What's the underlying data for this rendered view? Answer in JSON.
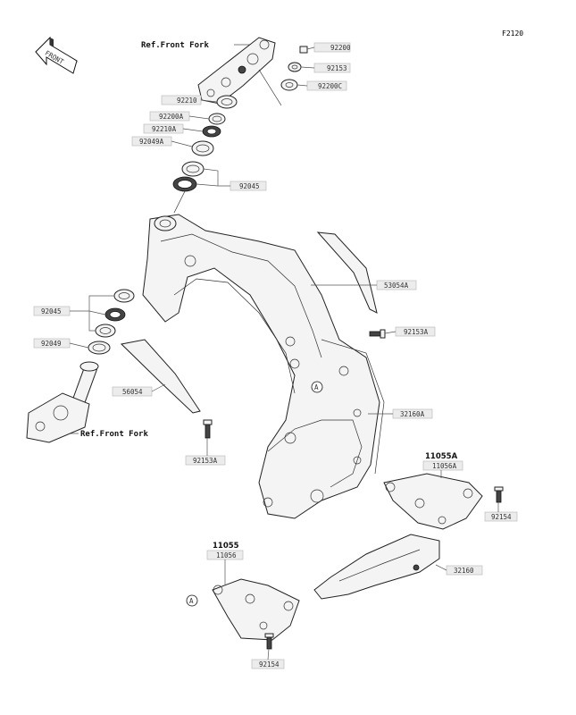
{
  "diagram": {
    "code": "F2120",
    "front_label": "FRONT",
    "references": [
      {
        "id": "ref-front-fork-top",
        "text": "Ref.Front Fork"
      },
      {
        "id": "ref-front-fork-bottom",
        "text": "Ref.Front Fork"
      }
    ],
    "callout": "A",
    "parts": [
      {
        "id": "part-92200",
        "label": "92200"
      },
      {
        "id": "part-92153",
        "label": "92153"
      },
      {
        "id": "part-92200c",
        "label": "92200C"
      },
      {
        "id": "part-92210",
        "label": "92210"
      },
      {
        "id": "part-92200a",
        "label": "92200A"
      },
      {
        "id": "part-92210a",
        "label": "92210A"
      },
      {
        "id": "part-92049a",
        "label": "92049A"
      },
      {
        "id": "part-92045-top",
        "label": "92045"
      },
      {
        "id": "part-53054a",
        "label": "53054A"
      },
      {
        "id": "part-92045-left",
        "label": "92045"
      },
      {
        "id": "part-92049",
        "label": "92049"
      },
      {
        "id": "part-92153a-right",
        "label": "92153A"
      },
      {
        "id": "part-56054",
        "label": "56054"
      },
      {
        "id": "part-32160a",
        "label": "32160A"
      },
      {
        "id": "part-92153a-bottom",
        "label": "92153A"
      },
      {
        "id": "part-11056a",
        "label": "11056A"
      },
      {
        "id": "part-92154-right",
        "label": "92154"
      },
      {
        "id": "part-11056",
        "label": "11056"
      },
      {
        "id": "part-32160",
        "label": "32160"
      },
      {
        "id": "part-92154-bottom",
        "label": "92154"
      }
    ],
    "assemblies": [
      {
        "id": "assembly-11055a",
        "label": "11055A"
      },
      {
        "id": "assembly-11055",
        "label": "11055"
      }
    ]
  }
}
